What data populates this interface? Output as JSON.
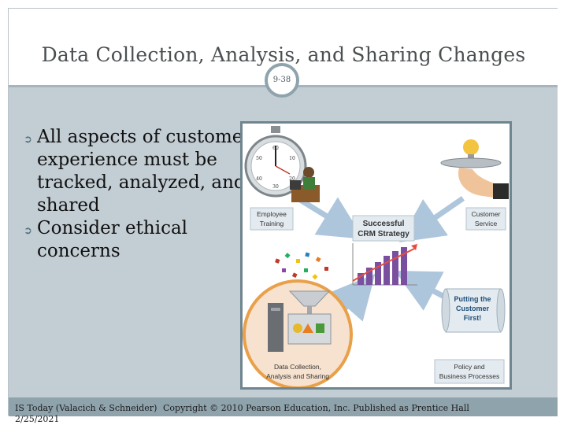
{
  "slide": {
    "title": "Data Collection, Analysis, and Sharing Changes",
    "page_number": "9-38"
  },
  "bullets": [
    "All aspects of customer experience must be tracked, analyzed, and shared",
    "Consider ethical concerns"
  ],
  "figure": {
    "center_label_line1": "Successful",
    "center_label_line2": "CRM Strategy",
    "employee_training_line1": "Employee",
    "employee_training_line2": "Training",
    "customer_service_line1": "Customer",
    "customer_service_line2": "Service",
    "putting_customer_line1": "Putting the",
    "putting_customer_line2": "Customer",
    "putting_customer_line3": "First!",
    "policy_line1": "Policy and",
    "policy_line2": "Business Processes",
    "data_collection_line1": "Data Collection,",
    "data_collection_line2": "Analysis and Sharing",
    "stopwatch_numbers": [
      "60",
      "10",
      "20",
      "30",
      "40",
      "50"
    ]
  },
  "footer": {
    "source_line1": "IS Today (Valacich & Schneider)",
    "source_line2": "2/25/2021",
    "copyright": "Copyright © 2010 Pearson Education, Inc. Published as Prentice Hall"
  },
  "colors": {
    "panel": "#c3cdd4",
    "strip": "#8fa3ad",
    "label_box": "#e3ebf0",
    "arrow": "#aec6dc",
    "highlight_ring": "#e9a04a"
  }
}
